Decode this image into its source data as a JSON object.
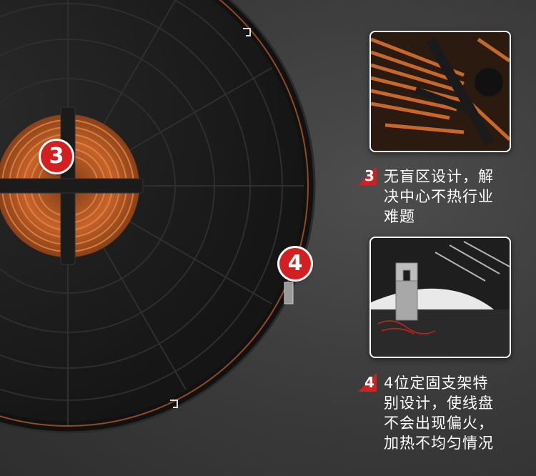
{
  "badges": {
    "coil_number": "3",
    "bracket_number": "4"
  },
  "feature_3": {
    "number": "3",
    "lines": [
      "无盲区设计，解",
      "决中心不热行业",
      "难题"
    ]
  },
  "feature_4": {
    "number": "4",
    "lines": [
      "4位定固支架特",
      "别设计，使线盘",
      "不会出现偏火，",
      "加热不均匀情况"
    ]
  },
  "colors": {
    "background": "#3f3f3f",
    "accent_red": "#d21f1f",
    "copper": "#c8622a",
    "plate": "#1a1a1a"
  },
  "icons": {
    "photo_top": "copper-coil-closeup-icon",
    "photo_bottom": "metal-bracket-closeup-icon"
  }
}
